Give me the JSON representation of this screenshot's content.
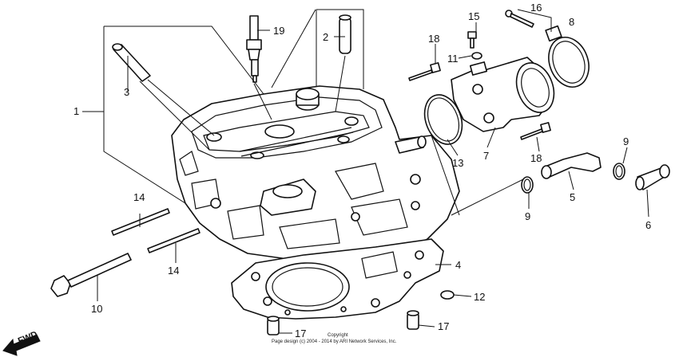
{
  "diagram": {
    "callouts": [
      {
        "id": "c1",
        "text": "1"
      },
      {
        "id": "c2",
        "text": "2"
      },
      {
        "id": "c3",
        "text": "3"
      },
      {
        "id": "c4",
        "text": "4"
      },
      {
        "id": "c5",
        "text": "5"
      },
      {
        "id": "c6",
        "text": "6"
      },
      {
        "id": "c7",
        "text": "7"
      },
      {
        "id": "c8",
        "text": "8"
      },
      {
        "id": "c9a",
        "text": "9"
      },
      {
        "id": "c9b",
        "text": "9"
      },
      {
        "id": "c10",
        "text": "10"
      },
      {
        "id": "c11",
        "text": "11"
      },
      {
        "id": "c12",
        "text": "12"
      },
      {
        "id": "c13",
        "text": "13"
      },
      {
        "id": "c14a",
        "text": "14"
      },
      {
        "id": "c14b",
        "text": "14"
      },
      {
        "id": "c15",
        "text": "15"
      },
      {
        "id": "c16",
        "text": "16"
      },
      {
        "id": "c17a",
        "text": "17"
      },
      {
        "id": "c17b",
        "text": "17"
      },
      {
        "id": "c18a",
        "text": "18"
      },
      {
        "id": "c18b",
        "text": "18"
      },
      {
        "id": "c19",
        "text": "19"
      }
    ],
    "fwd_label": "FWD",
    "copyright_line1": "Copyright",
    "copyright_line2": "Page design (c) 2004 - 2014 by ARI Network Services, Inc."
  }
}
